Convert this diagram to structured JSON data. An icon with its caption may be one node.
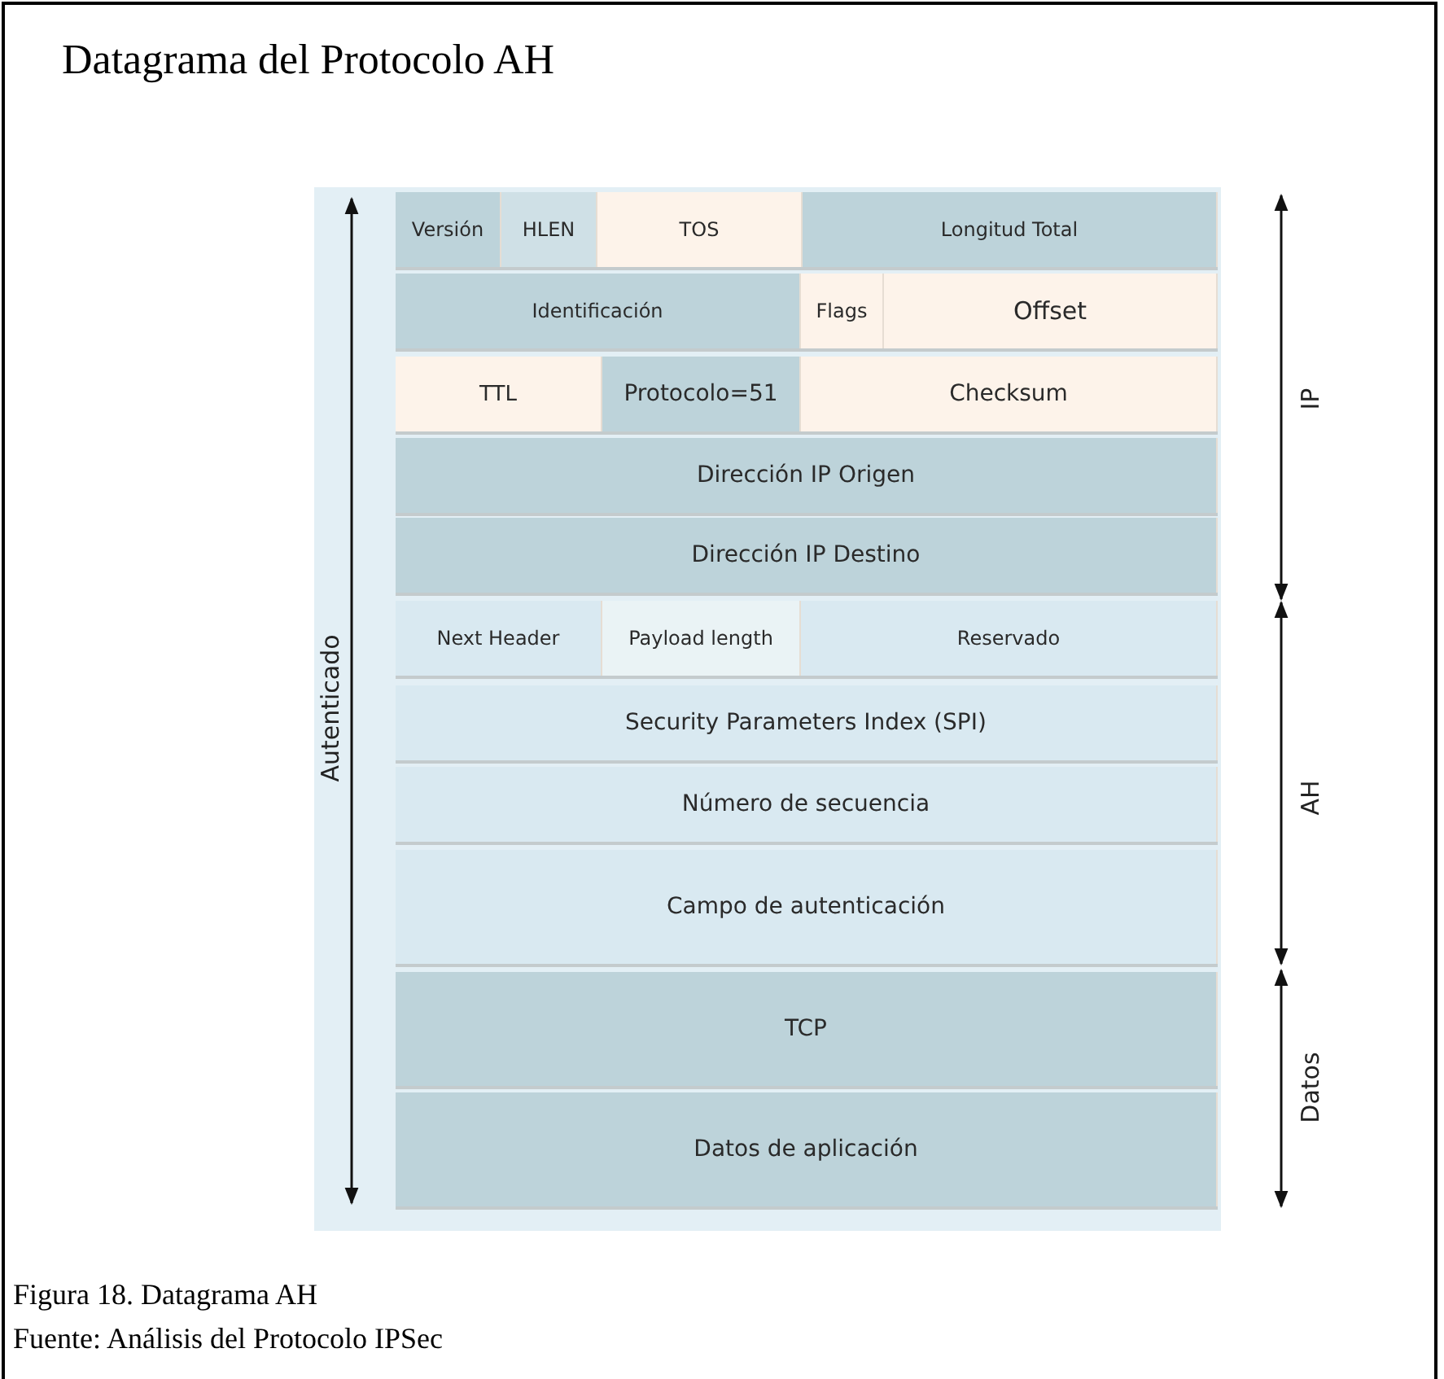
{
  "diagram": {
    "title": "Datagrama del Protocolo AH",
    "caption": "Figura 18. Datagrama AH",
    "nodes": [
      {
        "text": [
          "Versión"
        ]
      },
      {
        "text": [
          "HLEN"
        ]
      },
      {
        "text": [
          "TOS"
        ]
      },
      {
        "text": [
          "Longitud Total"
        ]
      },
      {
        "text": [
          "Identificación"
        ]
      },
      {
        "text": [
          "Flags"
        ]
      },
      {
        "text": [
          "Offset"
        ]
      },
      {
        "text": [
          "TTL"
        ]
      },
      {
        "text": [
          "Protocolo=51"
        ]
      },
      {
        "text": [
          "Checksum"
        ]
      },
      {
        "text": [
          "Dirección IP Origen"
        ]
      },
      {
        "text": [
          "Dirección IP Destino"
        ]
      },
      {
        "text": [
          "Next Header"
        ]
      },
      {
        "text": [
          "Payload length"
        ]
      },
      {
        "text": [
          "Reservado"
        ]
      },
      {
        "text": [
          "Security Parameters Index (SPI)"
        ]
      },
      {
        "text": [
          "Número de secuencia"
        ]
      },
      {
        "text": [
          "Campo de autenticación"
        ]
      },
      {
        "text": [
          "TCP"
        ]
      },
      {
        "text": [
          "Datos de aplicación"
        ]
      }
    ],
    "labels": [
      "Autenticado",
      "IP",
      "AH",
      "Datos",
      "Fuente: Análisis del Protocolo IPSec"
    ]
  }
}
